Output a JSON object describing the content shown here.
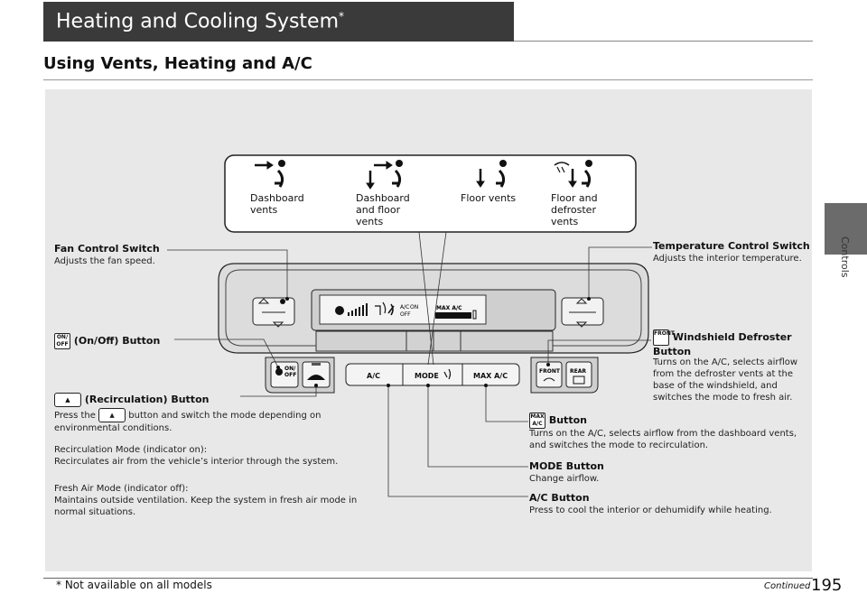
{
  "header": {
    "title": "Heating and Cooling System",
    "title_mark": "*"
  },
  "section_heading": "Using Vents, Heating and A/C",
  "side_tab_label": "Controls",
  "vent_modes": [
    {
      "label": "Dashboard vents",
      "icon": "dashboard-vents-icon"
    },
    {
      "label": "Dashboard and floor vents",
      "icon": "dashboard-floor-vents-icon"
    },
    {
      "label": "Floor vents",
      "icon": "floor-vents-icon"
    },
    {
      "label": "Floor and defroster vents",
      "icon": "floor-defroster-vents-icon"
    }
  ],
  "panel_buttons": {
    "ac": "A/C",
    "mode": "MODE",
    "max_ac": "MAX A/C",
    "front": "FRONT",
    "rear": "REAR",
    "on_off_top": "ON/",
    "on_off_bottom": "OFF",
    "display_ac": "A/C",
    "display_on": "ON",
    "display_off": "OFF",
    "display_max_ac": "MAX A/C"
  },
  "callouts": {
    "fan_control": {
      "title": "Fan Control Switch",
      "desc": "Adjusts the fan speed."
    },
    "on_off": {
      "icon_top": "ON/",
      "icon_bottom": "OFF",
      "title": "(On/Off) Button"
    },
    "recirculation": {
      "title": "(Recirculation) Button",
      "desc_before": "Press the",
      "desc_after": "button and switch the mode depending on environmental conditions.",
      "recirc_mode_title": "Recirculation Mode (indicator on):",
      "recirc_mode_desc": "Recirculates air from the vehicle’s interior through the system.",
      "fresh_mode_title": "Fresh Air Mode (indicator off):",
      "fresh_mode_desc": "Maintains outside ventilation. Keep the system in fresh air mode in normal situations."
    },
    "temperature": {
      "title": "Temperature Control Switch",
      "desc": "Adjusts the interior temperature."
    },
    "windshield": {
      "icon_label": "FRONT",
      "title_line1": "Windshield Defroster",
      "title_line2": "Button",
      "desc": "Turns on the A/C, selects airflow from the defroster vents at the base of the windshield, and switches the mode to fresh air."
    },
    "max_ac": {
      "icon_top": "MAX",
      "icon_bottom": "A/C",
      "title": "Button",
      "desc": "Turns on the A/C, selects airflow from the dashboard vents, and switches the mode to recirculation."
    },
    "mode": {
      "title": "MODE Button",
      "desc": "Change airflow."
    },
    "ac": {
      "title": "A/C Button",
      "desc": "Press to cool the interior or dehumidify while heating."
    }
  },
  "footer": {
    "footnote": "* Not available on all models",
    "continued": "Continued",
    "page_number": "195"
  }
}
